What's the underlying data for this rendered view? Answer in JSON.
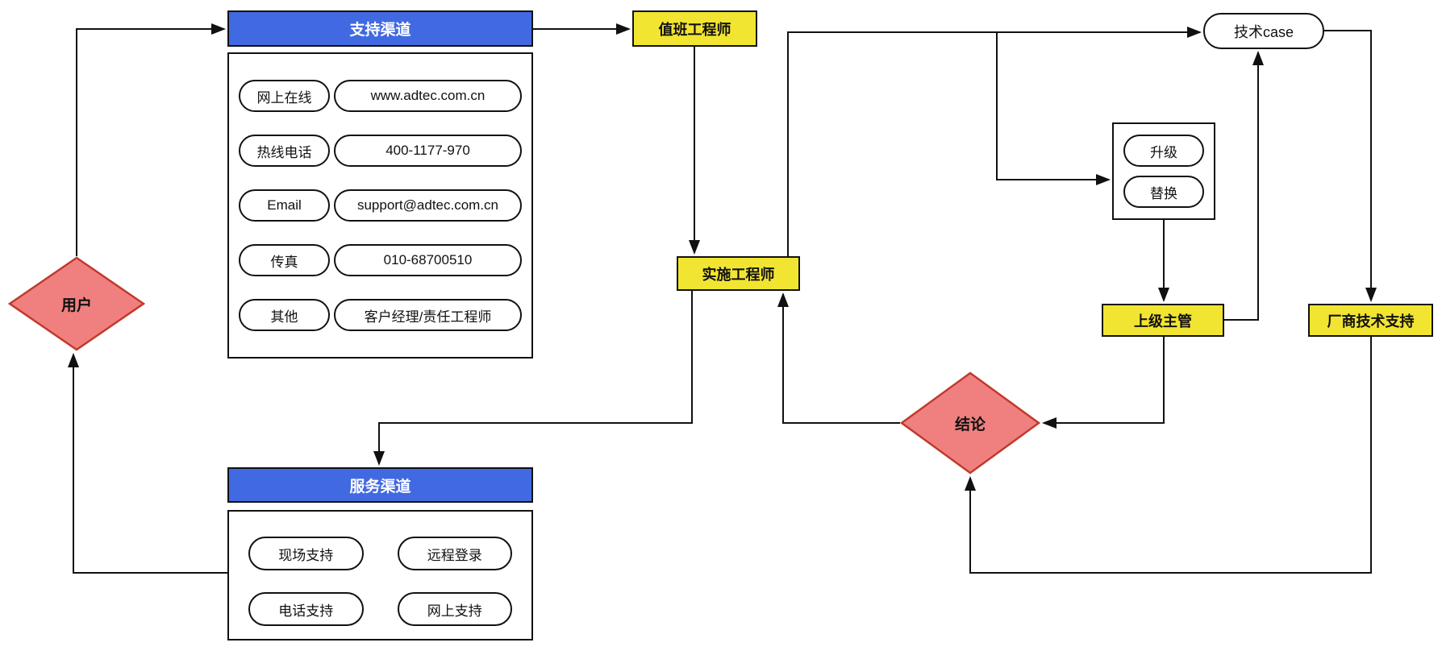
{
  "colors": {
    "header_blue": "#4169E1",
    "node_yellow": "#F2E531",
    "diamond_fill": "#F08080",
    "diamond_border": "#C0392B",
    "line": "#111111"
  },
  "nodes": {
    "user": {
      "label": "用户"
    },
    "support_channel": {
      "title": "支持渠道",
      "rows": [
        {
          "label": "网上在线",
          "value": "www.adtec.com.cn"
        },
        {
          "label": "热线电话",
          "value": "400-1177-970"
        },
        {
          "label": "Email",
          "value": "support@adtec.com.cn"
        },
        {
          "label": "传真",
          "value": "010-68700510"
        },
        {
          "label": "其他",
          "value": "客户经理/责任工程师"
        }
      ]
    },
    "duty_engineer": {
      "label": "值班工程师"
    },
    "implementation_engineer": {
      "label": "实施工程师"
    },
    "tech_case": {
      "label": "技术case"
    },
    "escalation": {
      "items": [
        "升级",
        "替换"
      ]
    },
    "supervisor": {
      "label": "上级主管"
    },
    "vendor_support": {
      "label": "厂商技术支持"
    },
    "conclusion": {
      "label": "结论"
    },
    "service_channel": {
      "title": "服务渠道",
      "items": [
        "现场支持",
        "远程登录",
        "电话支持",
        "网上支持"
      ]
    }
  }
}
